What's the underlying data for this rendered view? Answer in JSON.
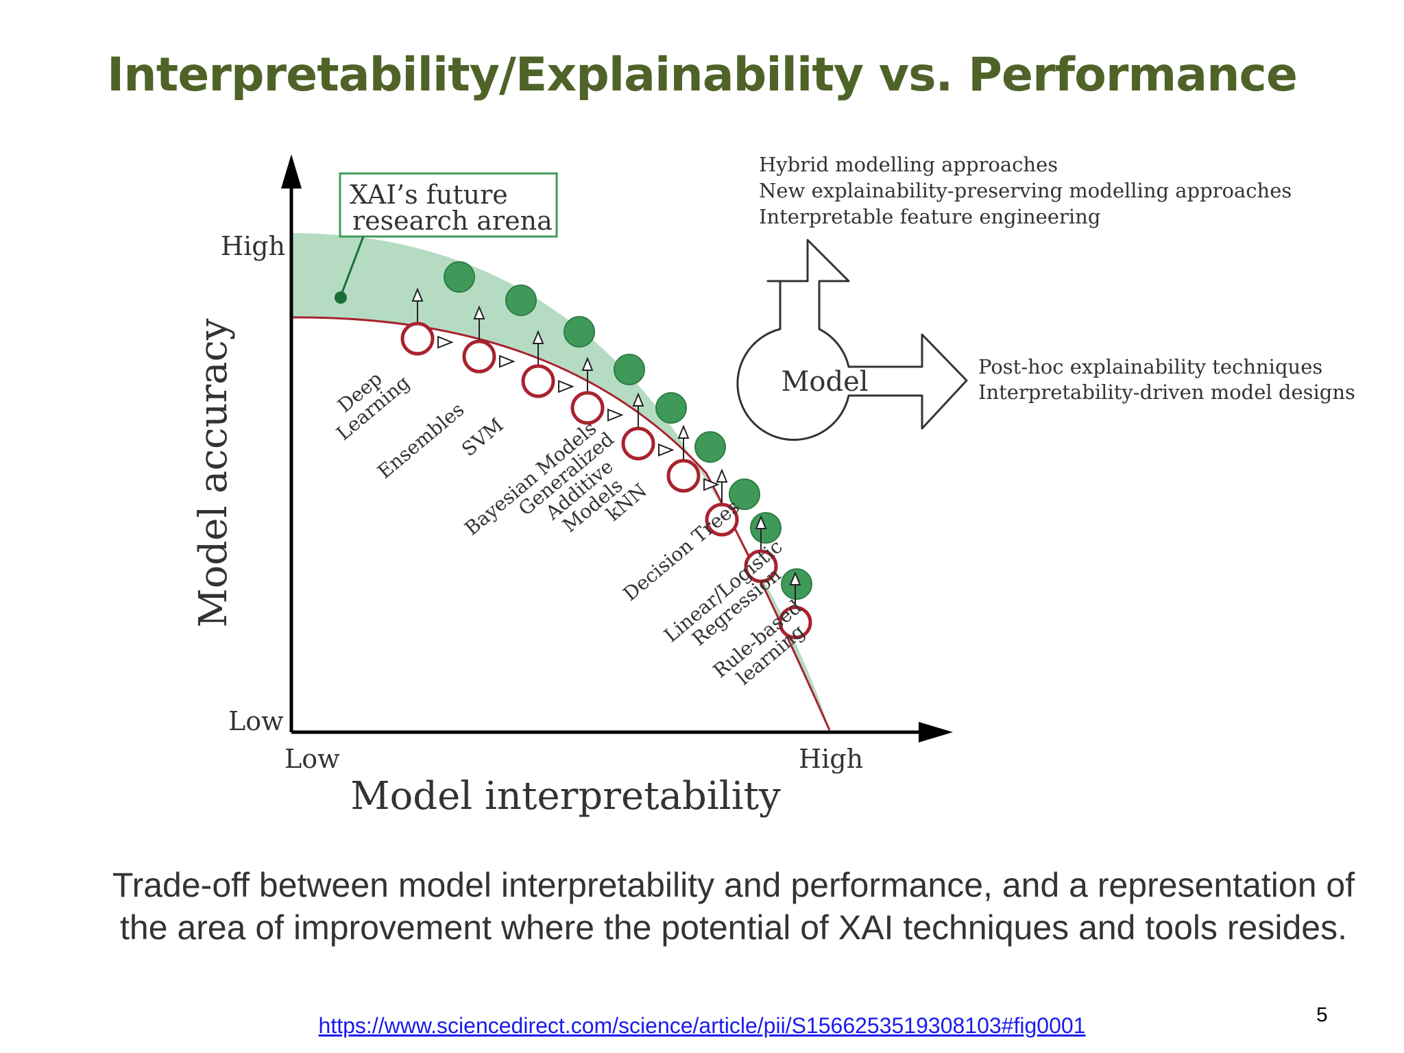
{
  "title": "Interpretability/Explainability vs. Performance",
  "diagram": {
    "y_axis_label": "Model accuracy",
    "x_axis_label": "Model interpretability",
    "y_high": "High",
    "y_low": "Low",
    "x_low": "Low",
    "x_high": "High",
    "callout_line1": "XAI’s future",
    "callout_line2": "research arena",
    "model_label": "Model",
    "upward_approaches": [
      "Hybrid modelling approaches",
      "New explainability-preserving modelling approaches",
      "Interpretable feature engineering"
    ],
    "rightward_approaches": [
      "Post-hoc explainability techniques",
      "Interpretability-driven model designs"
    ],
    "model_families": [
      [
        "Deep",
        "Learning"
      ],
      [
        "Ensembles"
      ],
      [
        "SVM"
      ],
      [
        "Bayesian Models"
      ],
      [
        "Generalized",
        "Additive",
        "Models"
      ],
      [
        "kNN"
      ],
      [
        "Decision Trees"
      ],
      [
        "Linear/Logistic",
        "Regression"
      ],
      [
        "Rule-based",
        "learning"
      ]
    ],
    "colors": {
      "arena_fill": "#b5dcc3",
      "green_dot": "#3f9a5a",
      "red_ring": "#a8232f",
      "axis": "#000000"
    }
  },
  "caption": "Trade-off between model interpretability and performance, and a representation of the area of improvement where the potential of XAI techniques and tools resides.",
  "source_url": "https://www.sciencedirect.com/science/article/pii/S1566253519308103#fig0001",
  "page_number": "5"
}
